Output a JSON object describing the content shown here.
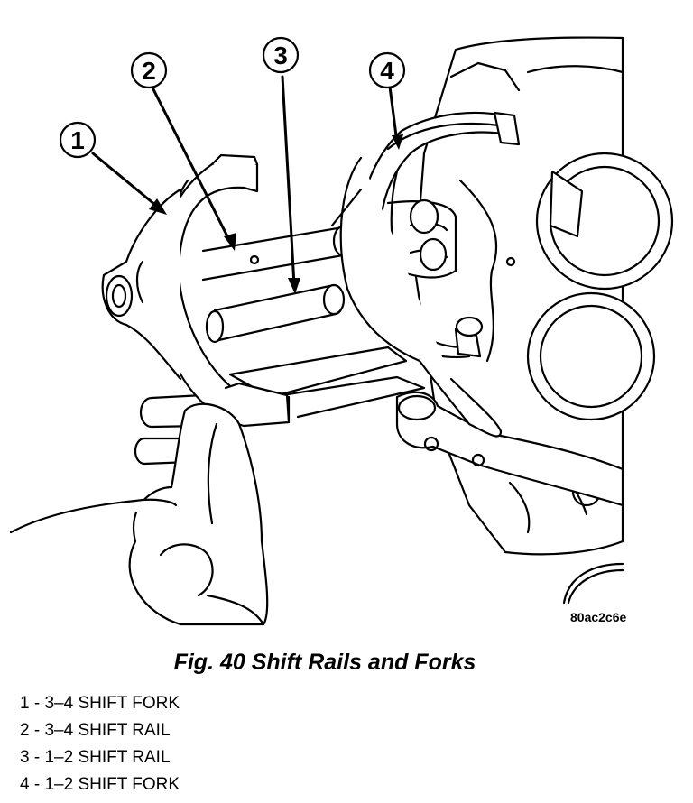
{
  "figure": {
    "image_code": "80ac2c6e",
    "callouts": [
      "1",
      "2",
      "3",
      "4"
    ]
  },
  "caption": "Fig. 40 Shift Rails and Forks",
  "legend": [
    {
      "number": "1",
      "separator": " - ",
      "label": "3–4 SHIFT FORK"
    },
    {
      "number": "2",
      "separator": " - ",
      "label": "3–4 SHIFT RAIL"
    },
    {
      "number": "3",
      "separator": " - ",
      "label": "1–2 SHIFT RAIL"
    },
    {
      "number": "4",
      "separator": " - ",
      "label": "1–2 SHIFT FORK"
    }
  ],
  "colors": {
    "ink": "#000000",
    "paper": "#ffffff",
    "shade": "#f2f2f2"
  }
}
